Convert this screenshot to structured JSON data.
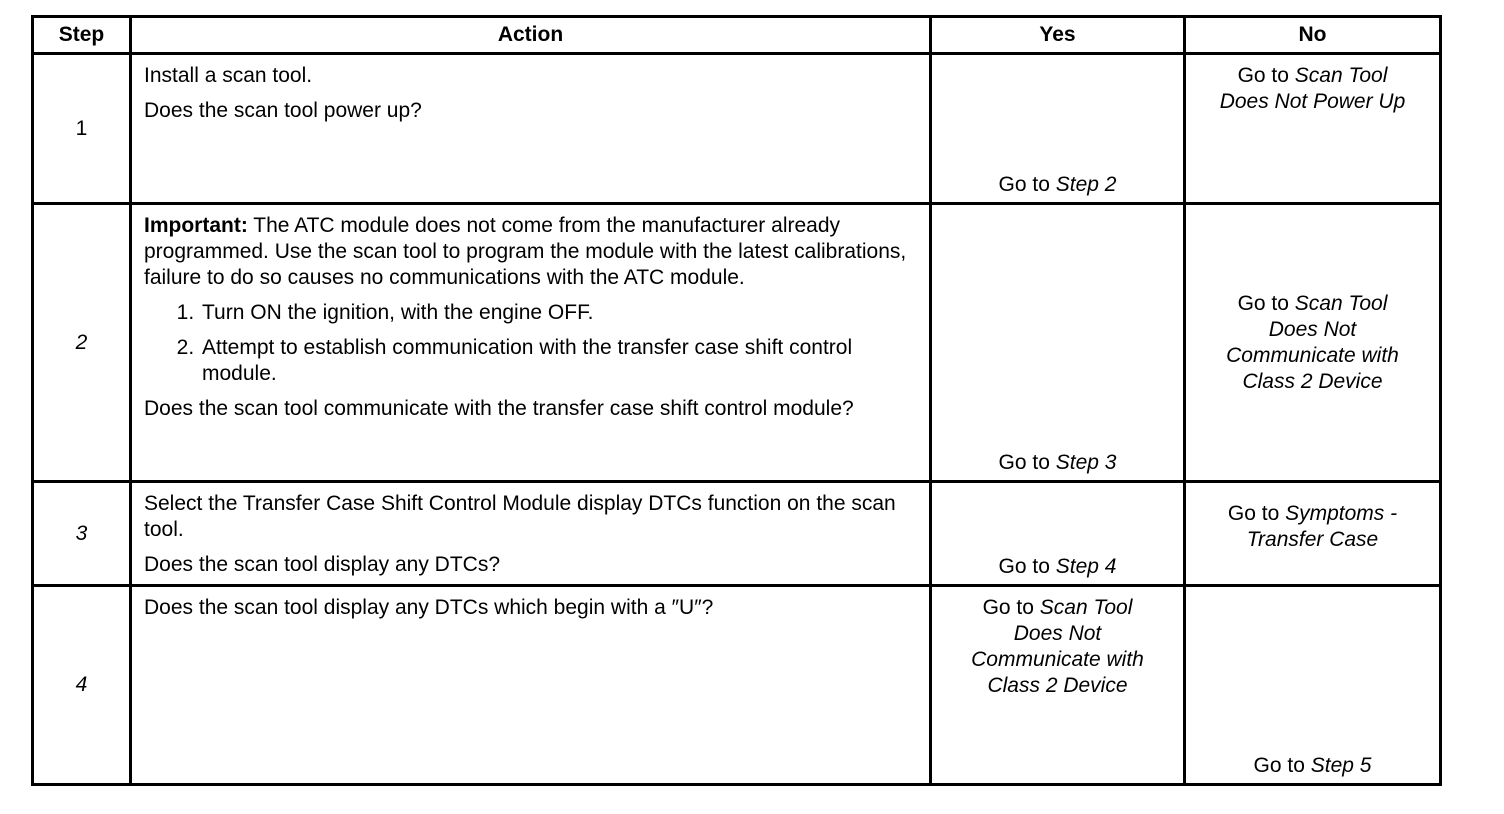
{
  "headers": {
    "step": "Step",
    "action": "Action",
    "yes": "Yes",
    "no": "No"
  },
  "rows": [
    {
      "step": "1",
      "action": {
        "lines": [
          "Install a scan tool.",
          "Does the scan tool power up?"
        ]
      },
      "yes": {
        "prefix": "Go to ",
        "target": "Step 2"
      },
      "no": {
        "prefix": "Go to ",
        "target_line1": "Scan Tool",
        "target_line2": "Does Not Power Up"
      }
    },
    {
      "step": "2",
      "action": {
        "important_label": "Important:",
        "important_text": " The ATC module does not come from the manufacturer already programmed. Use the scan tool to program the module with the latest calibrations, failure to do so causes no communications with the ATC module.",
        "steps": [
          "Turn ON the ignition, with the engine OFF.",
          "Attempt to establish communication with the transfer case shift control module."
        ],
        "question": "Does the scan tool communicate with the transfer case shift control module?"
      },
      "yes": {
        "prefix": "Go to ",
        "target": "Step 3"
      },
      "no": {
        "prefix": "Go to ",
        "target_line1": "Scan Tool",
        "target_line2": "Does Not",
        "target_line3": "Communicate with",
        "target_line4": "Class 2 Device"
      }
    },
    {
      "step": "3",
      "action": {
        "line1": "Select the Transfer Case Shift Control Module display DTCs function on the scan tool.",
        "question": "Does the scan tool display any DTCs?"
      },
      "yes": {
        "prefix": "Go to ",
        "target": "Step 4"
      },
      "no": {
        "prefix": "Go to ",
        "target_line1": "Symptoms -",
        "target_line2": "Transfer Case"
      }
    },
    {
      "step": "4",
      "action": {
        "question": "Does the scan tool display any DTCs which begin with a ″U″?"
      },
      "yes": {
        "prefix": "Go to ",
        "target_line1": "Scan Tool",
        "target_line2": "Does Not",
        "target_line3": "Communicate with",
        "target_line4": "Class 2 Device"
      },
      "no": {
        "prefix": "Go to ",
        "target": "Step 5"
      }
    }
  ]
}
